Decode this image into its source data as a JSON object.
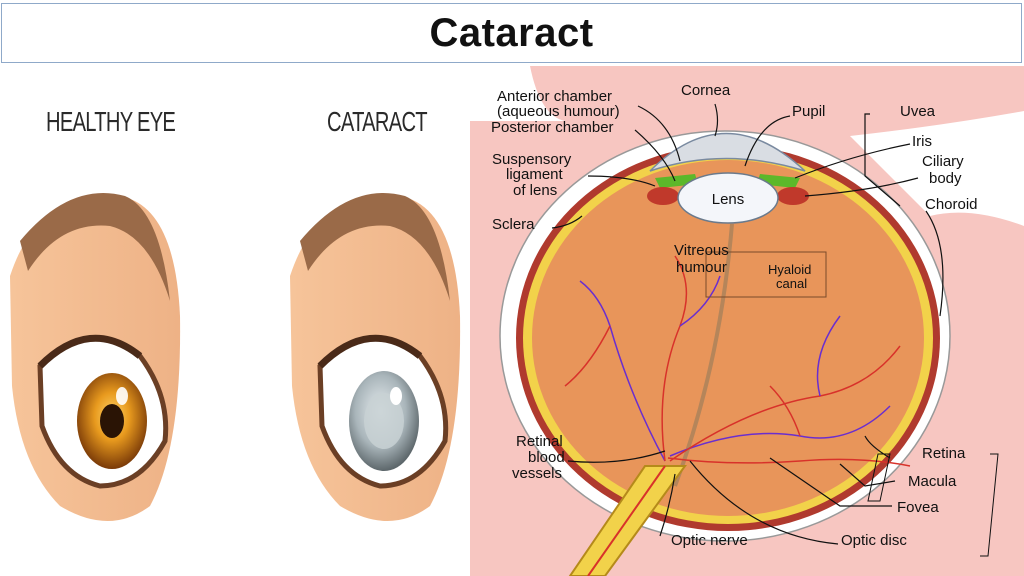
{
  "title": "Cataract",
  "eyes": {
    "healthy_label": "HEALTHY EYE",
    "cataract_label": "CATARACT"
  },
  "diagram": {
    "labels": {
      "anterior_chamber": "Anterior chamber",
      "aqueous_humour": "(aqueous humour)",
      "posterior_chamber": "Posterior chamber",
      "suspensory_1": "Suspensory",
      "suspensory_2": "ligament",
      "suspensory_3": "of lens",
      "sclera": "Sclera",
      "cornea": "Cornea",
      "pupil": "Pupil",
      "uvea": "Uvea",
      "iris": "Iris",
      "ciliary_1": "Ciliary",
      "ciliary_2": "body",
      "choroid": "Choroid",
      "lens": "Lens",
      "vitreous_1": "Vitreous",
      "vitreous_2": "humour",
      "hyaloid_1": "Hyaloid",
      "hyaloid_2": "canal",
      "retinal_1": "Retinal",
      "retinal_2": "blood",
      "retinal_3": "vessels",
      "retina": "Retina",
      "macula": "Macula",
      "fovea": "Fovea",
      "optic_nerve": "Optic nerve",
      "optic_disc": "Optic disc"
    },
    "colors": {
      "background": "#f7c6c1",
      "vitreous": "#e8955a",
      "sclera": "#ffffff",
      "choroid": "#b03a2e",
      "retina": "#f2d24a",
      "cornea": "#d9dde3",
      "iris": "#5cb82a",
      "vessel_red": "#d8322a",
      "vessel_blue": "#6a2ecf"
    }
  }
}
